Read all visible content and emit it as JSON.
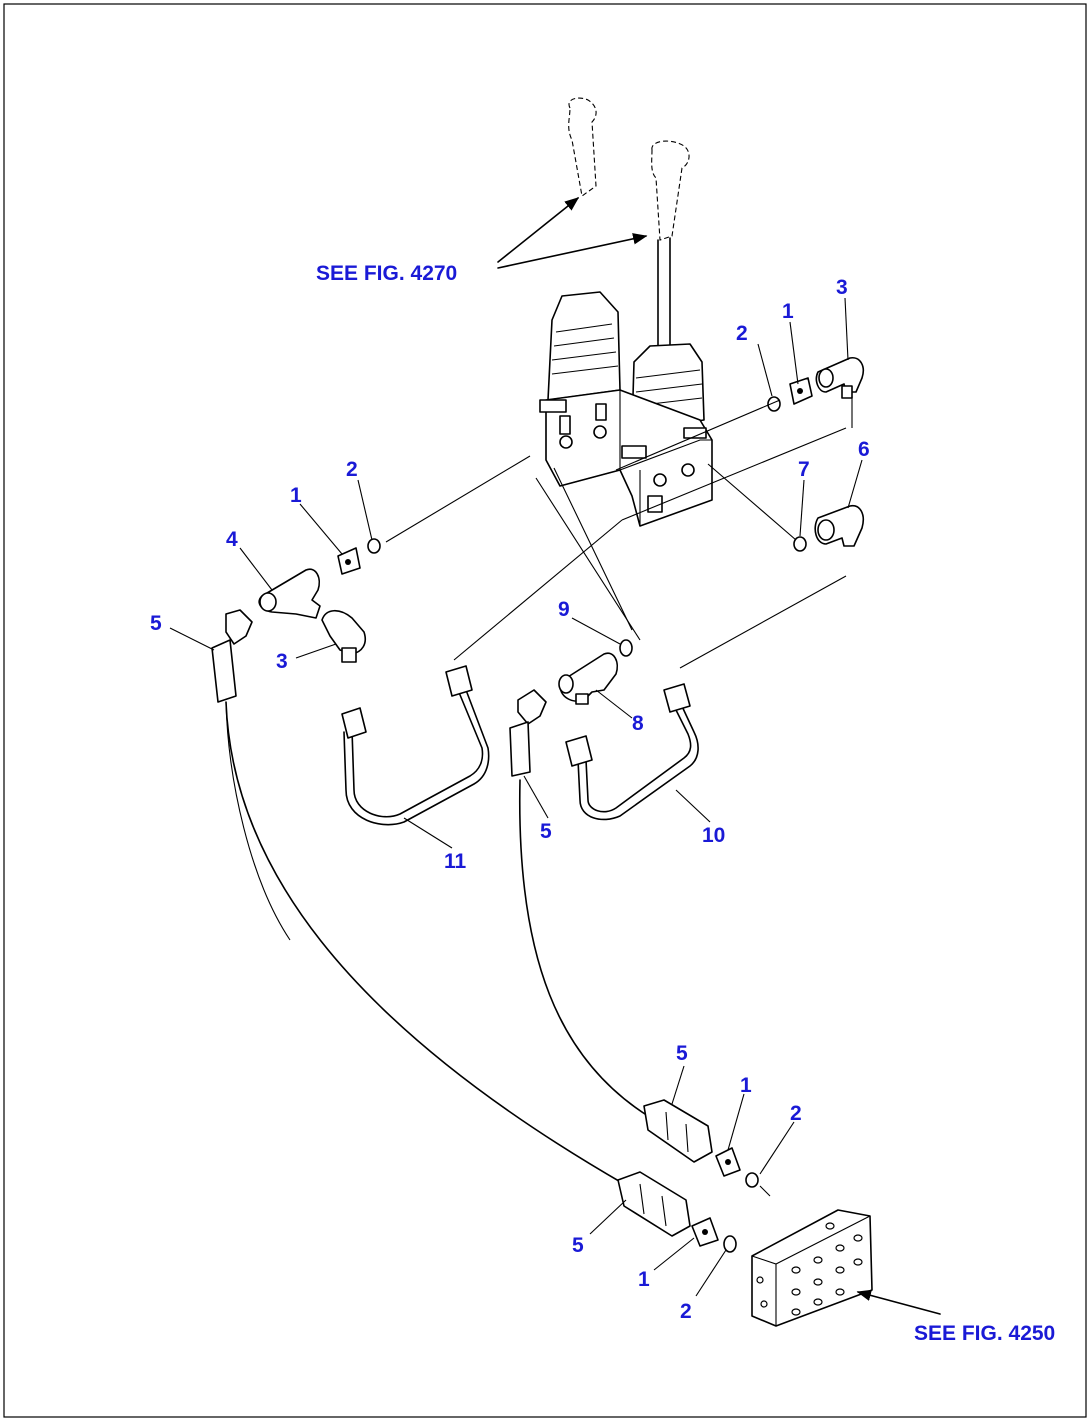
{
  "references": {
    "top": "SEE FIG. 4270",
    "bottom": "SEE FIG. 4250"
  },
  "callouts": [
    "1",
    "2",
    "3",
    "4",
    "5",
    "6",
    "7",
    "8",
    "9",
    "10",
    "11"
  ]
}
